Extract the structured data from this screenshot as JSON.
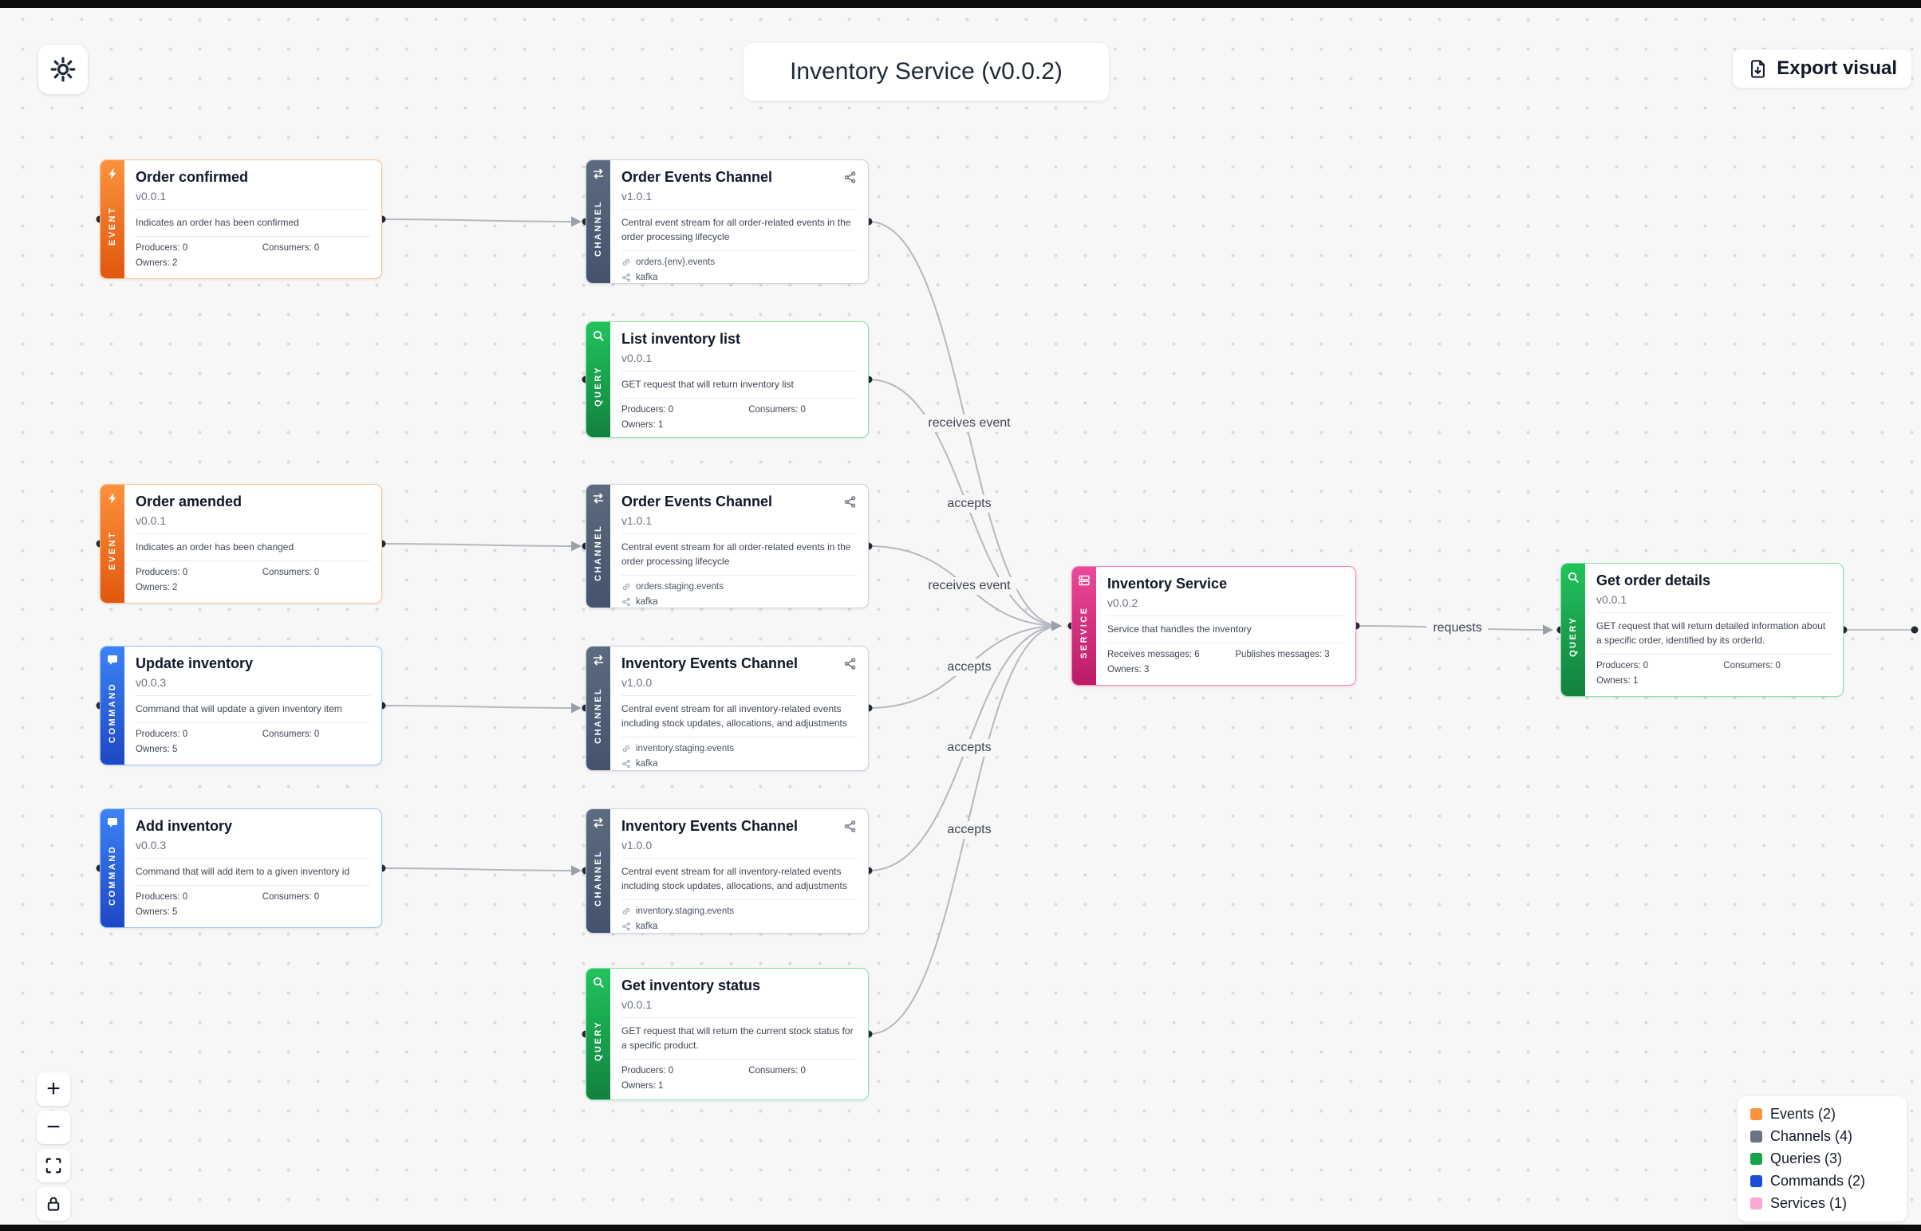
{
  "header": {
    "title": "Inventory Service (v0.0.2)",
    "export_label": "Export visual"
  },
  "nodes": [
    {
      "badge": "EVENT",
      "title": "Order confirmed",
      "version": "v0.0.1",
      "description": "Indicates an order has been confirmed",
      "producers": "Producers: 0",
      "consumers": "Consumers: 0",
      "owners": "Owners: 2"
    },
    {
      "badge": "CHANNEL",
      "title": "Order Events Channel",
      "version": "v1.0.1",
      "description": "Central event stream for all order-related events in the order processing lifecycle",
      "address": "orders.{env}.events",
      "protocol": "kafka"
    },
    {
      "badge": "QUERY",
      "title": "List inventory list",
      "version": "v0.0.1",
      "description": "GET request that will return inventory list",
      "producers": "Producers: 0",
      "consumers": "Consumers: 0",
      "owners": "Owners: 1"
    },
    {
      "badge": "EVENT",
      "title": "Order amended",
      "version": "v0.0.1",
      "description": "Indicates an order has been changed",
      "producers": "Producers: 0",
      "consumers": "Consumers: 0",
      "owners": "Owners: 2"
    },
    {
      "badge": "CHANNEL",
      "title": "Order Events Channel",
      "version": "v1.0.1",
      "description": "Central event stream for all order-related events in the order processing lifecycle",
      "address": "orders.staging.events",
      "protocol": "kafka"
    },
    {
      "badge": "COMMAND",
      "title": "Update inventory",
      "version": "v0.0.3",
      "description": "Command that will update a given inventory item",
      "producers": "Producers: 0",
      "consumers": "Consumers: 0",
      "owners": "Owners: 5"
    },
    {
      "badge": "CHANNEL",
      "title": "Inventory Events Channel",
      "version": "v1.0.0",
      "description": "Central event stream for all inventory-related events including stock updates, allocations, and adjustments",
      "address": "inventory.staging.events",
      "protocol": "kafka"
    },
    {
      "badge": "COMMAND",
      "title": "Add inventory",
      "version": "v0.0.3",
      "description": "Command that will add item to a given inventory id",
      "producers": "Producers: 0",
      "consumers": "Consumers: 0",
      "owners": "Owners: 5"
    },
    {
      "badge": "CHANNEL",
      "title": "Inventory Events Channel",
      "version": "v1.0.0",
      "description": "Central event stream for all inventory-related events including stock updates, allocations, and adjustments",
      "address": "inventory.staging.events",
      "protocol": "kafka"
    },
    {
      "badge": "QUERY",
      "title": "Get inventory status",
      "version": "v0.0.1",
      "description": "GET request that will return the current stock status for a specific product.",
      "producers": "Producers: 0",
      "consumers": "Consumers: 0",
      "owners": "Owners: 1"
    },
    {
      "badge": "SERVICE",
      "title": "Inventory Service",
      "version": "v0.0.2",
      "description": "Service that handles the inventory",
      "receives": "Receives messages: 6",
      "publishes": "Publishes messages: 3",
      "owners": "Owners: 3"
    },
    {
      "badge": "QUERY",
      "title": "Get order details",
      "version": "v0.0.1",
      "description": "GET request that will return detailed information about a specific order, identified by its orderId.",
      "producers": "Producers: 0",
      "consumers": "Consumers: 0",
      "owners": "Owners: 1"
    }
  ],
  "edges": [
    {
      "label": "receives event"
    },
    {
      "label": "accepts"
    },
    {
      "label": "receives event"
    },
    {
      "label": "accepts"
    },
    {
      "label": "accepts"
    },
    {
      "label": "accepts"
    },
    {
      "label": "requests"
    }
  ],
  "legend": {
    "items": [
      {
        "label": "Events (2)",
        "color": "#fb923c"
      },
      {
        "label": "Channels (4)",
        "color": "#6b7280"
      },
      {
        "label": "Queries (3)",
        "color": "#16a34a"
      },
      {
        "label": "Commands (2)",
        "color": "#1d4ed8"
      },
      {
        "label": "Services (1)",
        "color": "#f9a8d4"
      }
    ]
  },
  "controls": {
    "zoom_in": "+",
    "zoom_out": "−"
  }
}
